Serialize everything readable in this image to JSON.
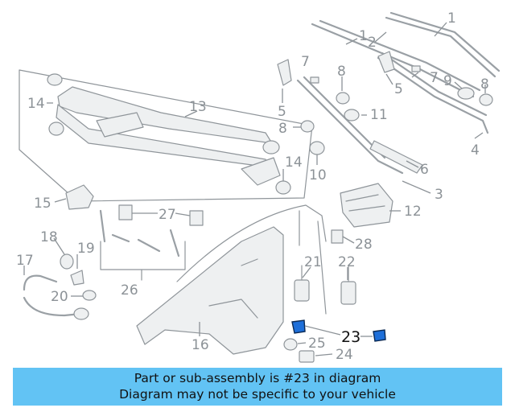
{
  "callouts": {
    "c1a": "1",
    "c1b": "1",
    "c2": "2",
    "c3": "3",
    "c4": "4",
    "c5a": "5",
    "c5b": "5",
    "c6": "6",
    "c7a": "7",
    "c7b": "7",
    "c8a": "8",
    "c8b": "8",
    "c8c": "8",
    "c9": "9",
    "c10": "10",
    "c11": "11",
    "c12": "12",
    "c13": "13",
    "c14a": "14",
    "c14b": "14",
    "c15": "15",
    "c16": "16",
    "c17": "17",
    "c18": "18",
    "c19": "19",
    "c20": "20",
    "c21": "21",
    "c22": "22",
    "c24": "24",
    "c25": "25",
    "c26": "26",
    "c27": "27",
    "c28": "28"
  },
  "highlight": {
    "label": "23",
    "color": "#1e6fd9"
  },
  "footer": {
    "line1": "Part or sub-assembly is #23 in diagram",
    "line2": "Diagram may not be specific to your vehicle",
    "background": "#62c3f4"
  }
}
